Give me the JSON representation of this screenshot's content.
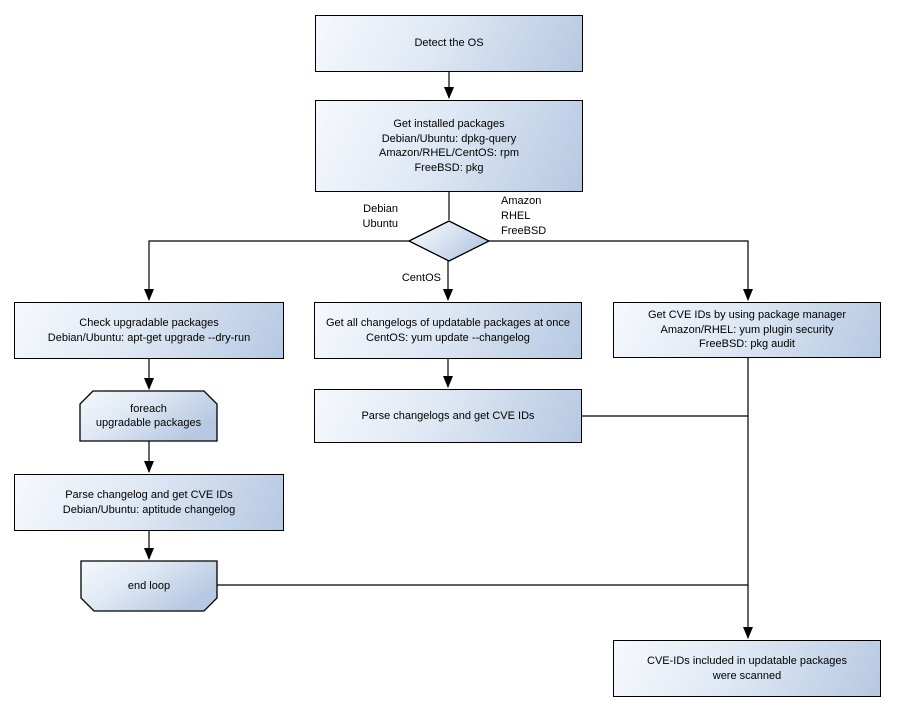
{
  "diagram": {
    "type": "flowchart",
    "colors": {
      "background": "#ffffff",
      "node_gradient_start": "#f6f9fd",
      "node_gradient_end": "#b6c8e2",
      "node_border": "#000000",
      "connector": "#000000",
      "text": "#000000"
    },
    "nodes": {
      "detect_os": "Detect the OS",
      "get_installed": "Get installed packages\nDebian/Ubuntu: dpkg-query\nAmazon/RHEL/CentOS: rpm\nFreeBSD: pkg",
      "check_upgradable": "Check upgradable packages\nDebian/Ubuntu: apt-get upgrade --dry-run",
      "foreach_loop": "foreach\nupgradable  packages",
      "parse_changelog_left": "Parse changelog and get  CVE IDs\nDebian/Ubuntu: aptitude changelog",
      "end_loop": "end loop",
      "get_all_changelogs": "Get all changelogs of updatable packages at once\nCentOS: yum update --changelog",
      "parse_changelogs_mid": "Parse changelogs and get CVE IDs",
      "get_cve_by_pkg_manager": "Get CVE IDs by using package manager\nAmazon/RHEL: yum plugin security\nFreeBSD: pkg audit",
      "scanned_result": "CVE-IDs included in updatable packages\nwere scanned"
    },
    "edge_labels": {
      "left_branch": "Debian\nUbuntu",
      "right_branch": "Amazon\nRHEL\nFreeBSD",
      "down_branch": "CentOS"
    }
  }
}
